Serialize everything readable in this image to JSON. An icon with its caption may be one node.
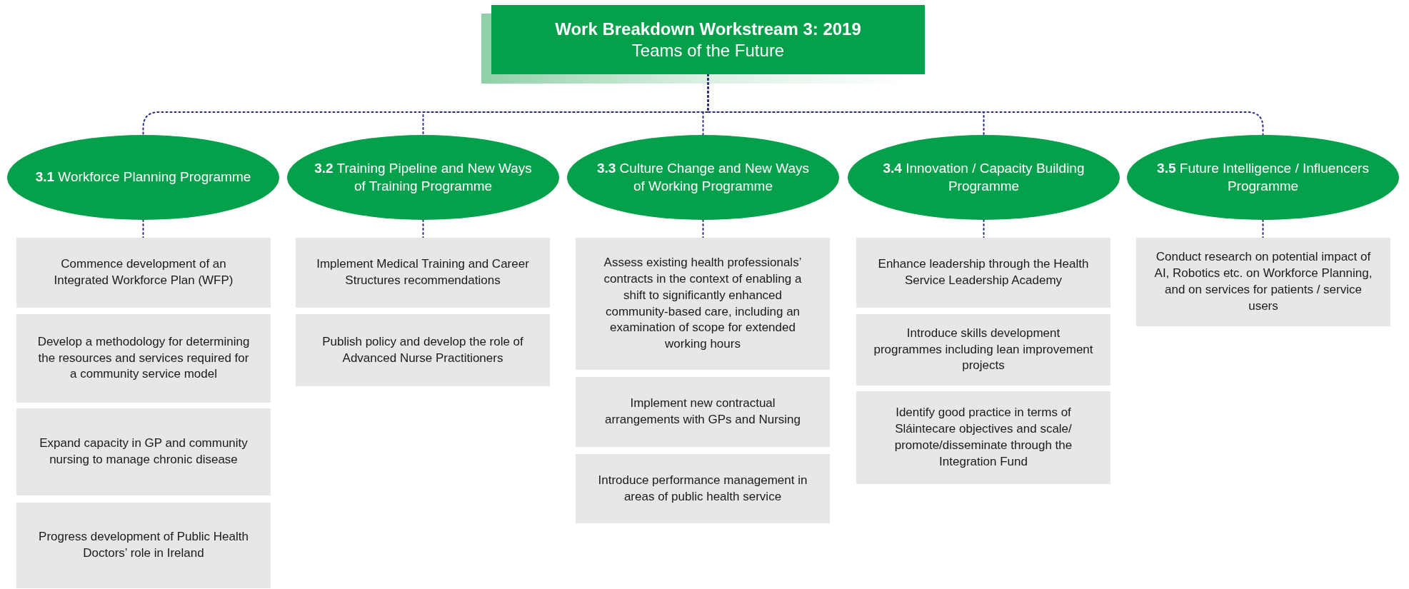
{
  "diagram": {
    "nodes": [
      {
        "text": [
          "Work Breakdown Workstream 3: 2019",
          "Teams of the Future"
        ]
      },
      {
        "text": [
          "**3.1** Workforce Planning Programme"
        ]
      },
      {
        "text": [
          "**3.2** Training Pipeline and New Ways of Training Programme"
        ]
      },
      {
        "text": [
          "**3.3** Culture Change and New Ways of Working Programme"
        ]
      },
      {
        "text": [
          "**3.4** Innovation / Capacity Building Programme"
        ]
      },
      {
        "text": [
          "**3.5** Future Intelligence / Influencers Programme"
        ]
      },
      {
        "text": [
          "Commence development of an Integrated Workforce Plan (WFP)"
        ]
      },
      {
        "text": [
          "Develop a methodology for determining the resources and services required for a community service model"
        ]
      },
      {
        "text": [
          "Expand capacity in GP and community nursing to manage chronic disease"
        ]
      },
      {
        "text": [
          "Progress development of Public Health Doctors’ role in Ireland"
        ]
      },
      {
        "text": [
          "Implement Medical Training and Career Structures recommendations"
        ]
      },
      {
        "text": [
          "Publish policy and develop the role of Advanced Nurse Practitioners"
        ]
      },
      {
        "text": [
          "Assess existing health professionals’ contracts in the context of enabling a shift to significantly enhanced community-based care, including an examination of scope for extended working hours"
        ]
      },
      {
        "text": [
          "Implement new contractual arrangements with GPs and Nursing"
        ]
      },
      {
        "text": [
          "Introduce performance management in areas of public health service"
        ]
      },
      {
        "text": [
          "Enhance leadership through the Health Service Leadership Academy"
        ]
      },
      {
        "text": [
          "Introduce skills development programmes including lean improvement projects"
        ]
      },
      {
        "text": [
          "Identify good practice in terms of Sláintecare objectives and scale/ promote/disseminate through the Integration Fund"
        ]
      },
      {
        "text": [
          "Conduct research on potential impact of AI, Robotics etc. on Workforce Planning, and on services for patients / service users"
        ]
      }
    ],
    "edges": [
      {
        "from": 0,
        "to": 1,
        "arrow": "none",
        "style": "dashed"
      },
      {
        "from": 0,
        "to": 2,
        "arrow": "none",
        "style": "dashed"
      },
      {
        "from": 0,
        "to": 3,
        "arrow": "none",
        "style": "dashed"
      },
      {
        "from": 0,
        "to": 4,
        "arrow": "none",
        "style": "dashed"
      },
      {
        "from": 0,
        "to": 5,
        "arrow": "none",
        "style": "dashed"
      },
      {
        "from": 1,
        "to": 6,
        "arrow": "none",
        "style": "dashed"
      },
      {
        "from": 2,
        "to": 10,
        "arrow": "none",
        "style": "dashed"
      },
      {
        "from": 3,
        "to": 12,
        "arrow": "none",
        "style": "dashed"
      },
      {
        "from": 4,
        "to": 15,
        "arrow": "none",
        "style": "dashed"
      },
      {
        "from": 5,
        "to": 18,
        "arrow": "none",
        "style": "dashed"
      }
    ]
  }
}
